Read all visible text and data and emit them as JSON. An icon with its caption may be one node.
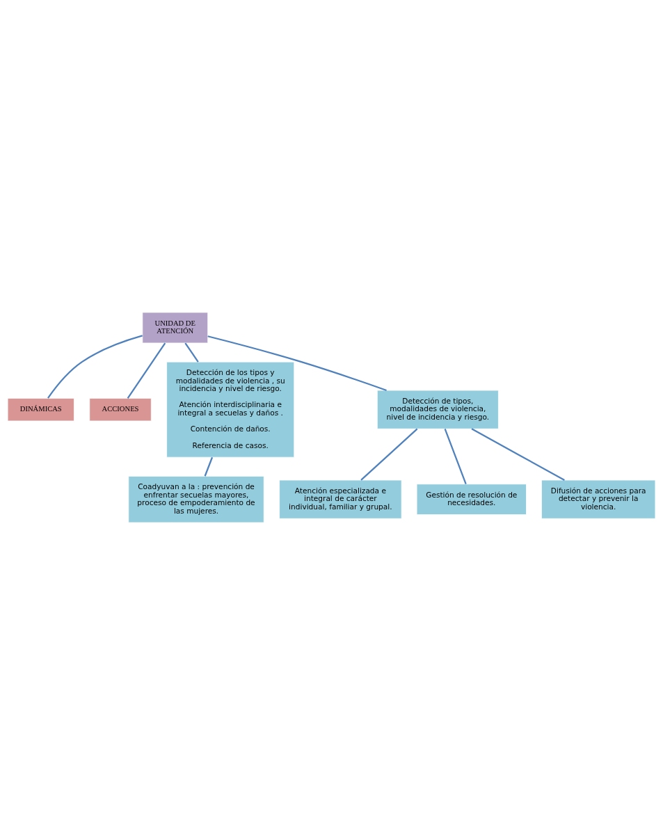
{
  "diagram": {
    "nodes": [
      {
        "text": [
          "UNIDAD DE ATENCIÓN"
        ]
      },
      {
        "text": [
          "DINÁMICAS"
        ]
      },
      {
        "text": [
          "ACCIONES"
        ]
      },
      {
        "text": [
          "Detección de los tipos y modalidades de violencia , su incidencia y nivel de riesgo.",
          "Atención interdisciplinaria e integral a secuelas y daños .",
          "Contención de daños.",
          "Referencia de casos."
        ]
      },
      {
        "text": [
          "Detección de tipos, modalidades de violencia, nivel de incidencia y riesgo."
        ]
      },
      {
        "text": [
          "Atención especializada e integral de carácter individual, familiar y grupal."
        ]
      },
      {
        "text": [
          "Gestión de resolución de necesidades."
        ]
      },
      {
        "text": [
          "Difusión de acciones para detectar y prevenir la violencia."
        ]
      },
      {
        "text": [
          "Coadyuvan a la : prevención de enfrentar secuelas mayores, proceso de empoderamiento de las mujeres."
        ]
      }
    ],
    "edges": [
      {
        "from": 0,
        "to": 1,
        "arrow": "none"
      },
      {
        "from": 0,
        "to": 2,
        "arrow": "none"
      },
      {
        "from": 0,
        "to": 3,
        "arrow": "none"
      },
      {
        "from": 0,
        "to": 4,
        "arrow": "none"
      },
      {
        "from": 4,
        "to": 5,
        "arrow": "none"
      },
      {
        "from": 4,
        "to": 6,
        "arrow": "none"
      },
      {
        "from": 4,
        "to": 7,
        "arrow": "none"
      },
      {
        "from": 3,
        "to": 8,
        "arrow": "none"
      }
    ]
  }
}
